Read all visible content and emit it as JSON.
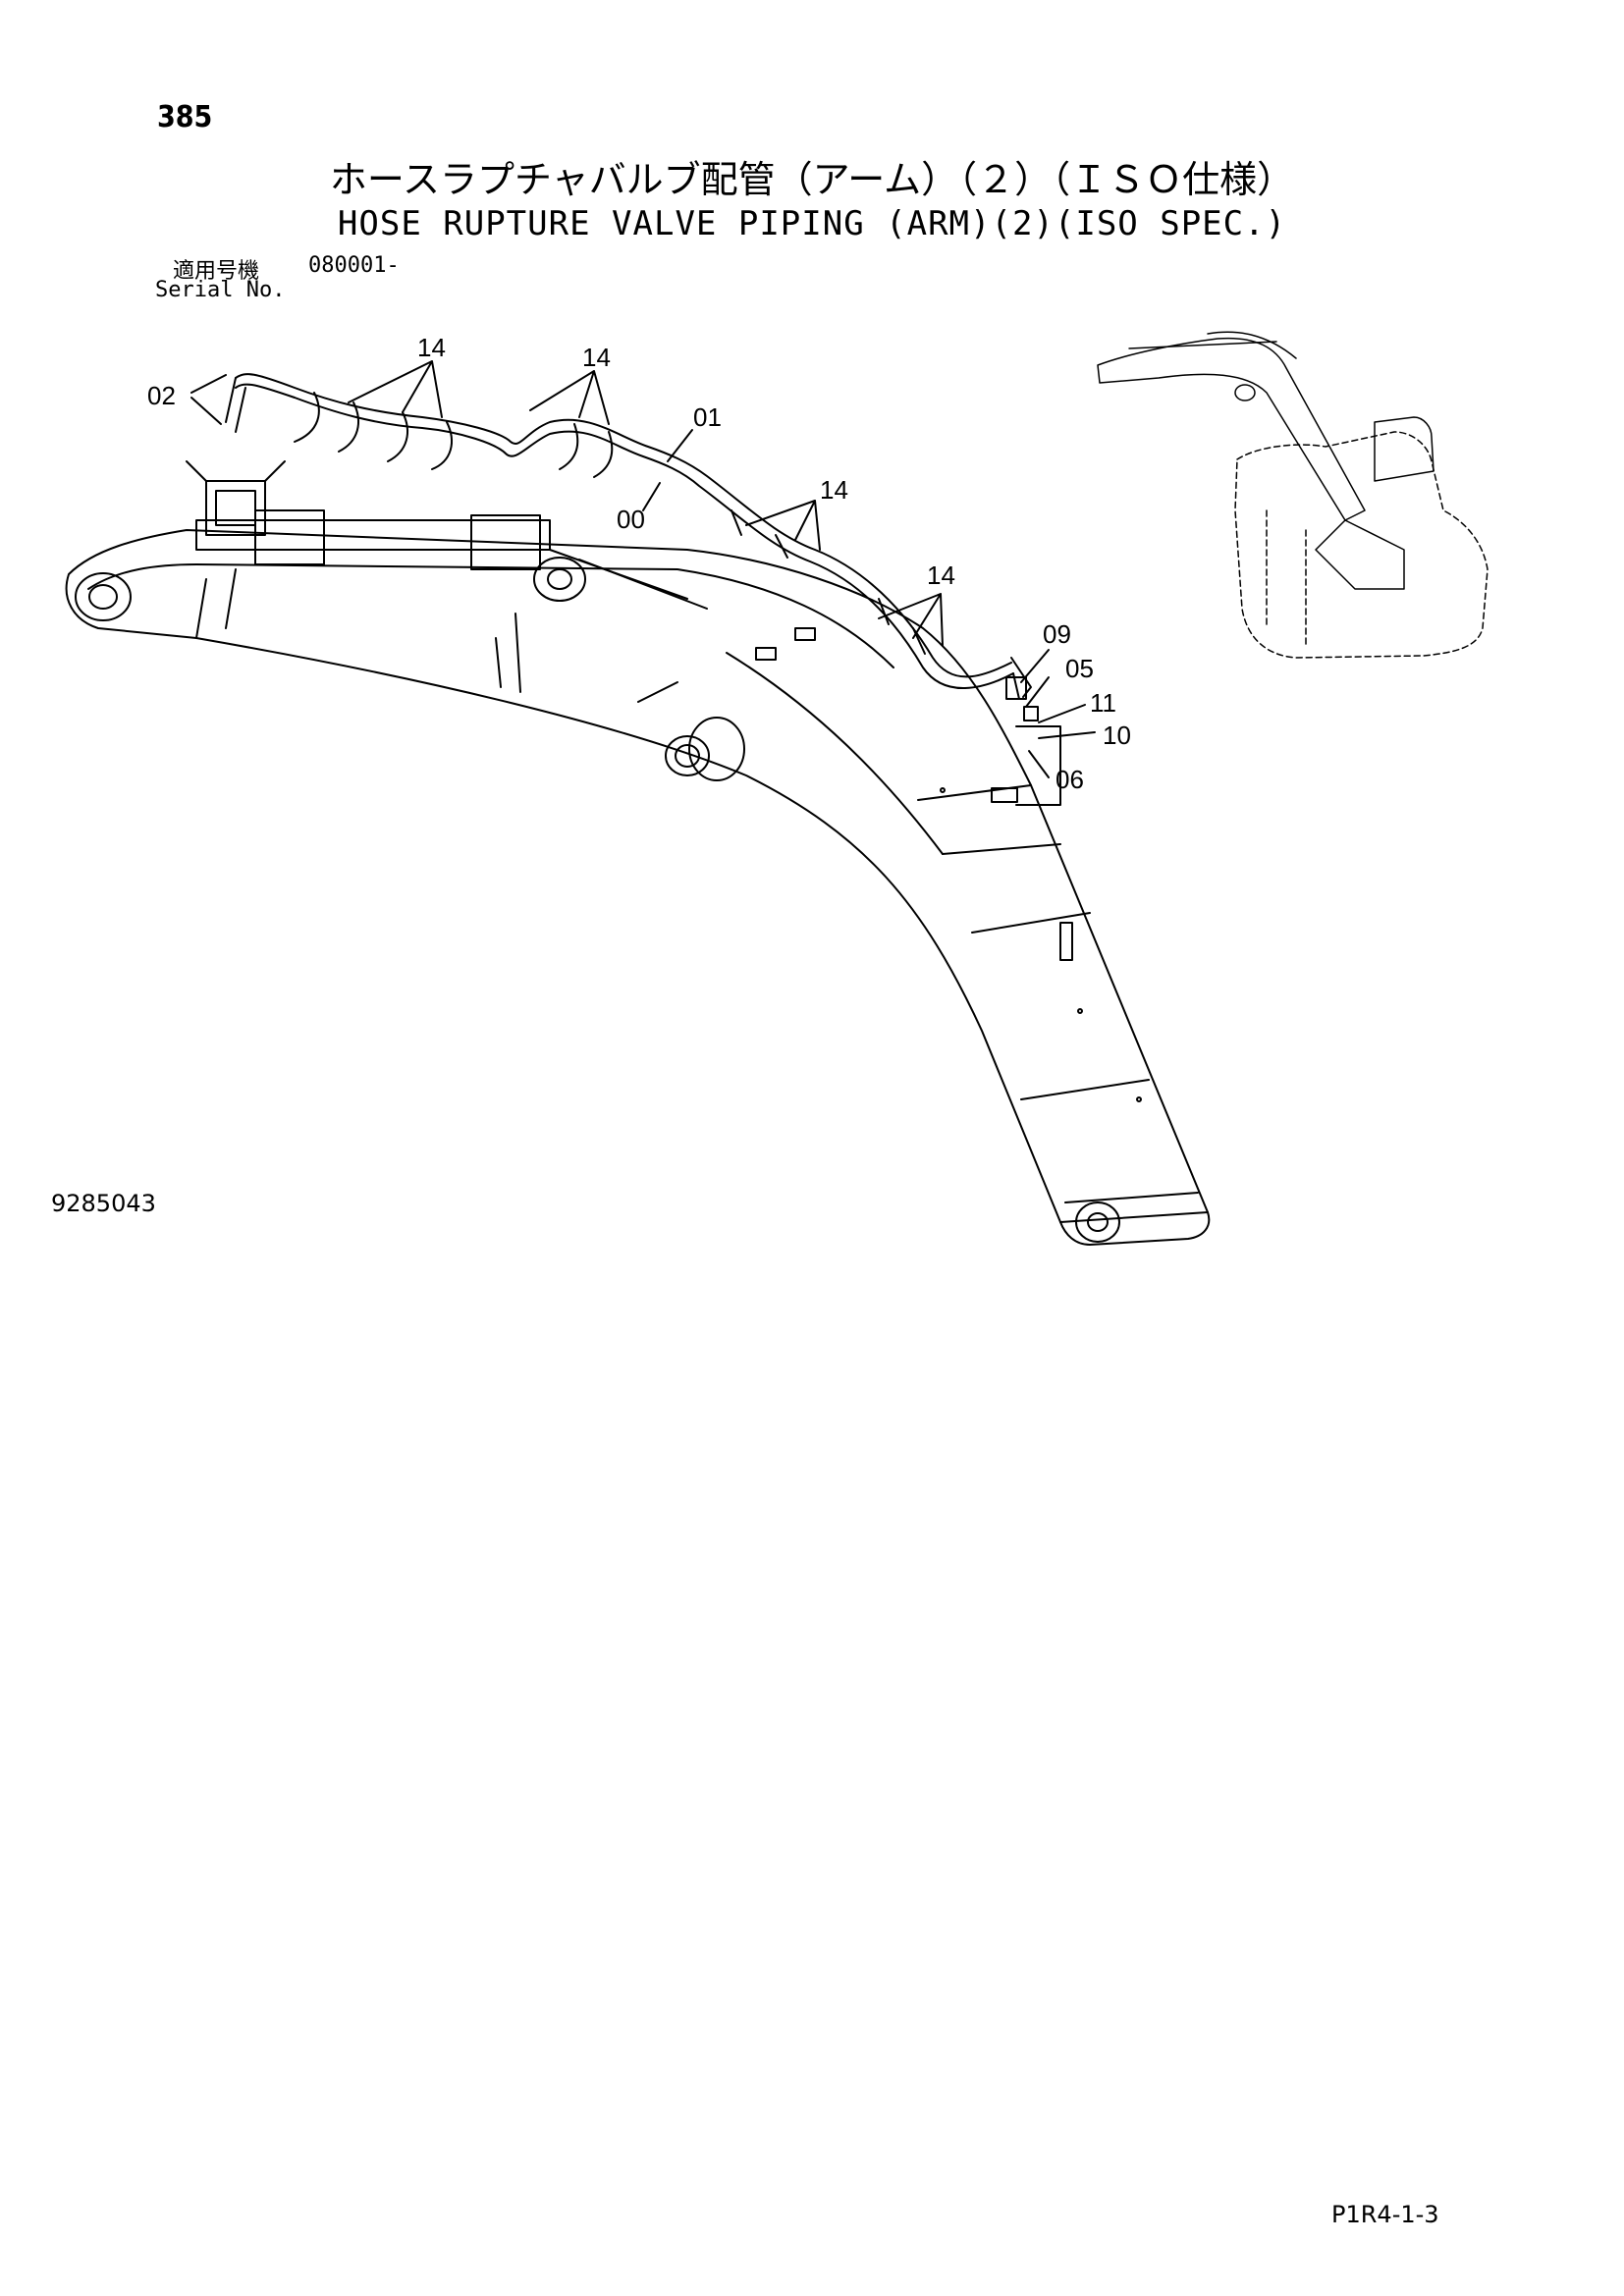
{
  "page": {
    "number": "385",
    "title_jp": "ホースラプチャバルブ配管（アーム）（２）（ＩＳＯ仕様）",
    "title_en": "HOSE RUPTURE VALVE PIPING (ARM)(2)(ISO SPEC.)",
    "serial_label_jp": "適用号機",
    "serial_code": "080001-",
    "serial_label_en": "Serial No.",
    "drawing_number": "9285043",
    "page_code": "P1R4-1-3"
  },
  "callouts": [
    {
      "id": "c14a",
      "label": "14"
    },
    {
      "id": "c14b",
      "label": "14"
    },
    {
      "id": "c02",
      "label": "02"
    },
    {
      "id": "c01",
      "label": "01"
    },
    {
      "id": "c00",
      "label": "00"
    },
    {
      "id": "c14c",
      "label": "14"
    },
    {
      "id": "c14d",
      "label": "14"
    },
    {
      "id": "c09",
      "label": "09"
    },
    {
      "id": "c05",
      "label": "05"
    },
    {
      "id": "c11",
      "label": "11"
    },
    {
      "id": "c10",
      "label": "10"
    },
    {
      "id": "c06",
      "label": "06"
    }
  ]
}
